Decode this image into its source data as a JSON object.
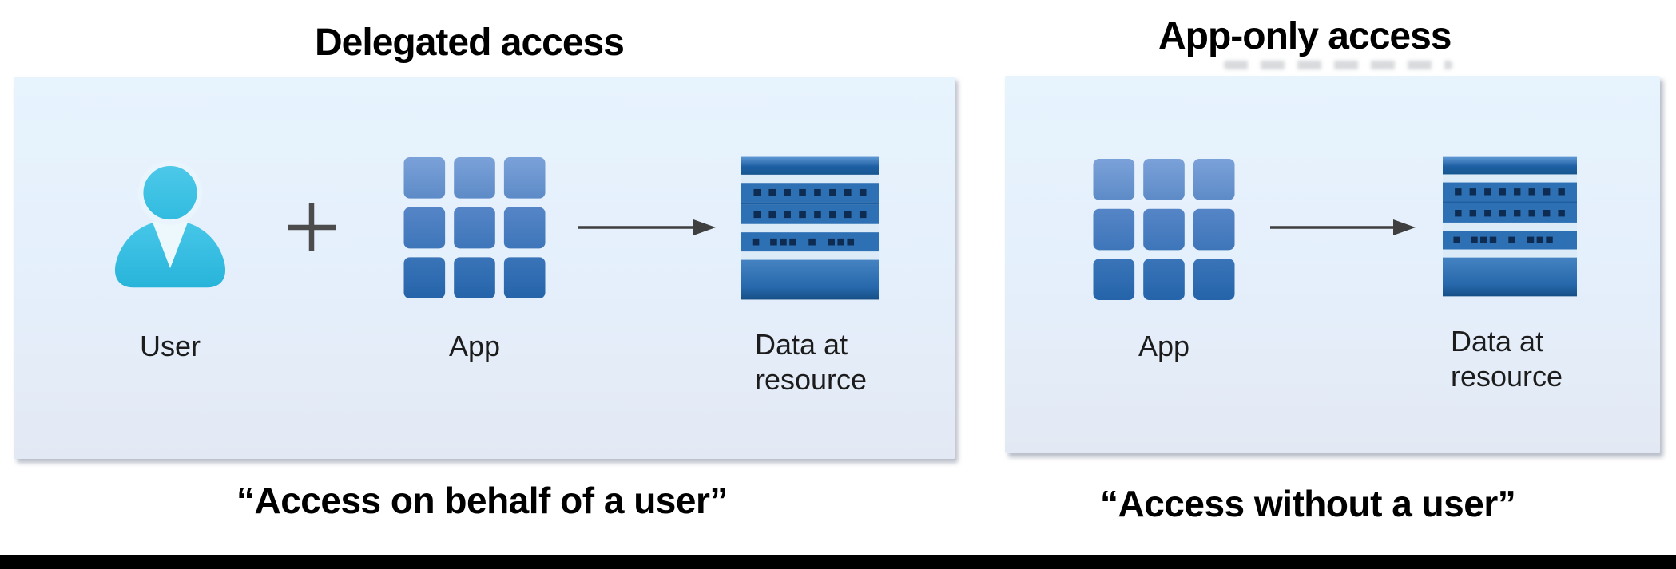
{
  "diagram": {
    "left": {
      "title": "Delegated access",
      "caption": "“Access on behalf of a user”",
      "user_label": "User",
      "app_label": "App",
      "data_label_line1": "Data at",
      "data_label_line2": "resource"
    },
    "right": {
      "title": "App-only access",
      "caption": "“Access without a user”",
      "app_label": "App",
      "data_label_line1": "Data at",
      "data_label_line2": "resource"
    },
    "icons": {
      "user": "user-person-icon",
      "plus": "plus-icon",
      "app": "app-grid-icon",
      "arrow": "arrow-right-icon",
      "data": "data-resource-icon",
      "smudge": "erased-text-smudge"
    },
    "colors": {
      "panel_top": "#e7f3fd",
      "panel_bottom": "#e3e9f4",
      "user_cyan": "#3cc3e6",
      "app_blue_light": "#6b95cf",
      "app_blue_mid": "#4a7dc0",
      "app_blue_dark": "#2e6bb1",
      "data_band_blue": "#2e70b4",
      "data_dot_navy": "#0e2c52",
      "arrow_gray": "#3f3f3f",
      "bottom_bar": "#000000"
    }
  }
}
